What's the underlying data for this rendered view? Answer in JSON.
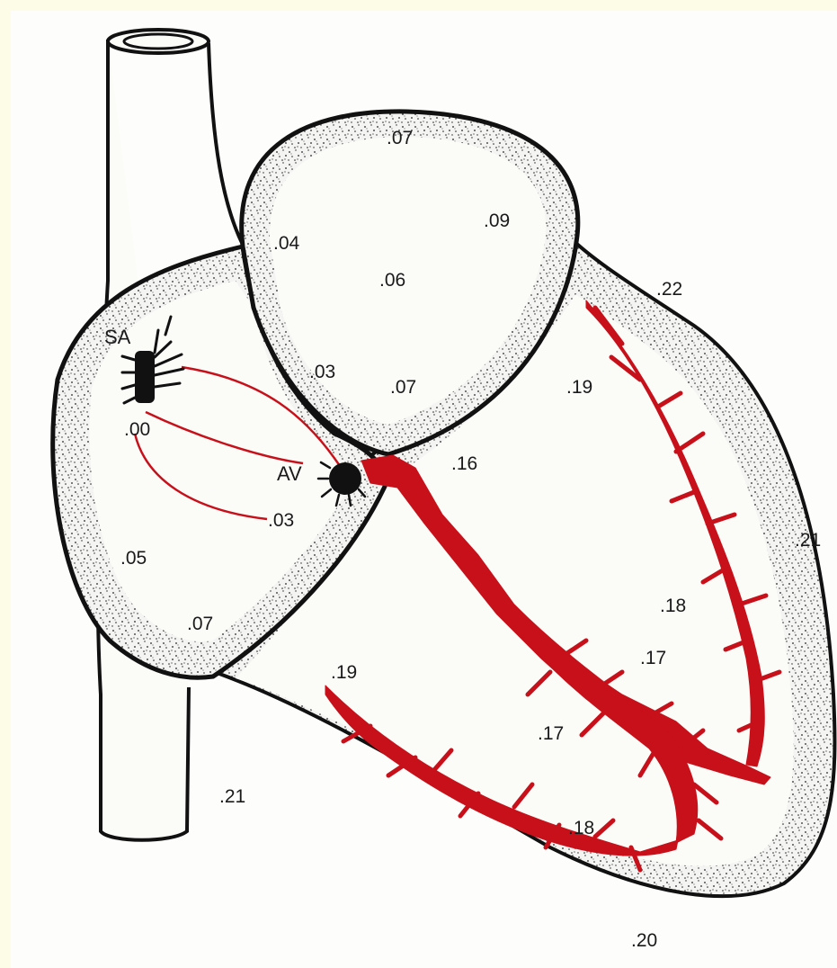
{
  "figure": {
    "labels": {
      "sa": "SA",
      "av": "AV",
      "sa_time": ".00",
      "internodal": ".03",
      "atrium_lower_left": ".05",
      "atrium_bottom": ".07",
      "septum_top": ".03",
      "aorta_top": ".07",
      "aorta_left": ".04",
      "aorta_center": ".06",
      "aorta_right": ".09",
      "aorta_bottom": ".07",
      "bundle": ".16",
      "apex_top_right": ".22",
      "lv_upper_branch": ".19",
      "right_wall": ".21",
      "lv_mid": ".18",
      "lv_lower": ".17",
      "rv_upper_branch": ".19",
      "rv_center": ".17",
      "rv_lower": ".18",
      "base_left": ".21",
      "apex_bottom": ".20"
    },
    "colors": {
      "conduction": "#c8101a",
      "outline": "#111111",
      "background_margin": "#fdfce6"
    }
  }
}
